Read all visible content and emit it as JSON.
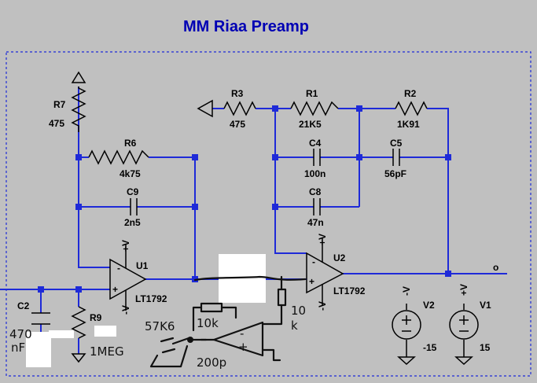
{
  "title": "MM Riaa Preamp",
  "components": {
    "R7": {
      "ref": "R7",
      "value": "475"
    },
    "R6": {
      "ref": "R6",
      "value": "4k75"
    },
    "C9": {
      "ref": "C9",
      "value": "2n5"
    },
    "U1": {
      "ref": "U1",
      "model": "LT1792"
    },
    "C2": {
      "ref": "C2"
    },
    "R9": {
      "ref": "R9"
    },
    "R3": {
      "ref": "R3",
      "value": "475"
    },
    "R1": {
      "ref": "R1",
      "value": "21K5"
    },
    "R2": {
      "ref": "R2",
      "value": "1K91"
    },
    "C4": {
      "ref": "C4",
      "value": "100n"
    },
    "C5": {
      "ref": "C5",
      "value": "56pF"
    },
    "C8": {
      "ref": "C8",
      "value": "47n"
    },
    "U2": {
      "ref": "U2",
      "model": "LT1792"
    },
    "V2": {
      "ref": "V2",
      "value": "-15"
    },
    "V1": {
      "ref": "V1",
      "value": "15"
    }
  },
  "pins": {
    "vplus": "+V",
    "vminus": "-V",
    "inv": "-",
    "noninv": "+"
  },
  "output_label": "o",
  "handwritten": {
    "c2_value_line1": "470",
    "c2_value_line2": "nF",
    "r9_value": "1MEG",
    "res_a": "57K6",
    "res_b": "10k",
    "res_c_line1": "10",
    "res_c_line2": "k",
    "cap_value": "200p",
    "pin_minus": "-",
    "pin_plus": "+"
  }
}
